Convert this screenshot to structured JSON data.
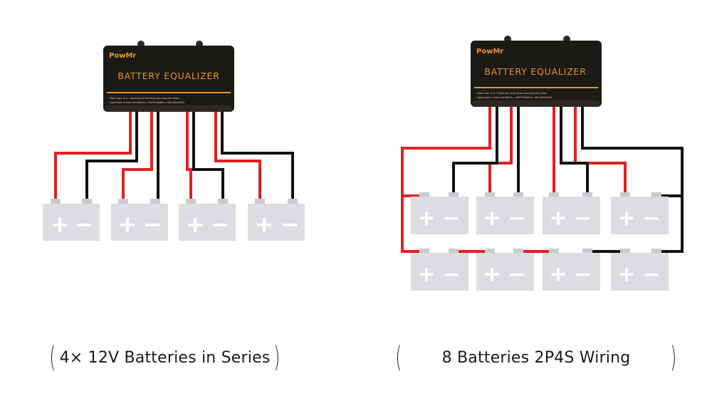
{
  "equalizer": {
    "brand": "PowMr",
    "title": "BATTERY EQUALIZER",
    "note_line1": "• Wire color: ⊕ ⊖   • Avoid any of terminals touching each other",
    "note_line2": "• Applicable to Lead Acid Battery, LiFePO4 Battery, AGLs(Gel/AGM)"
  },
  "battery": {
    "plus": "+",
    "minus": "−"
  },
  "captions": {
    "left": {
      "open": "(",
      "text": "4× 12V Batteries in Series",
      "close": ")"
    },
    "right": {
      "open": "(",
      "text": "8 Batteries  2P4S Wiring",
      "close": ")"
    }
  },
  "colors": {
    "positive_wire": "#e02020",
    "negative_wire": "#111111",
    "equalizer_body": "#1c1a17",
    "accent_orange": "#e8942a",
    "battery": "#dcdde0",
    "battery_terminal": "#c9cacd"
  }
}
